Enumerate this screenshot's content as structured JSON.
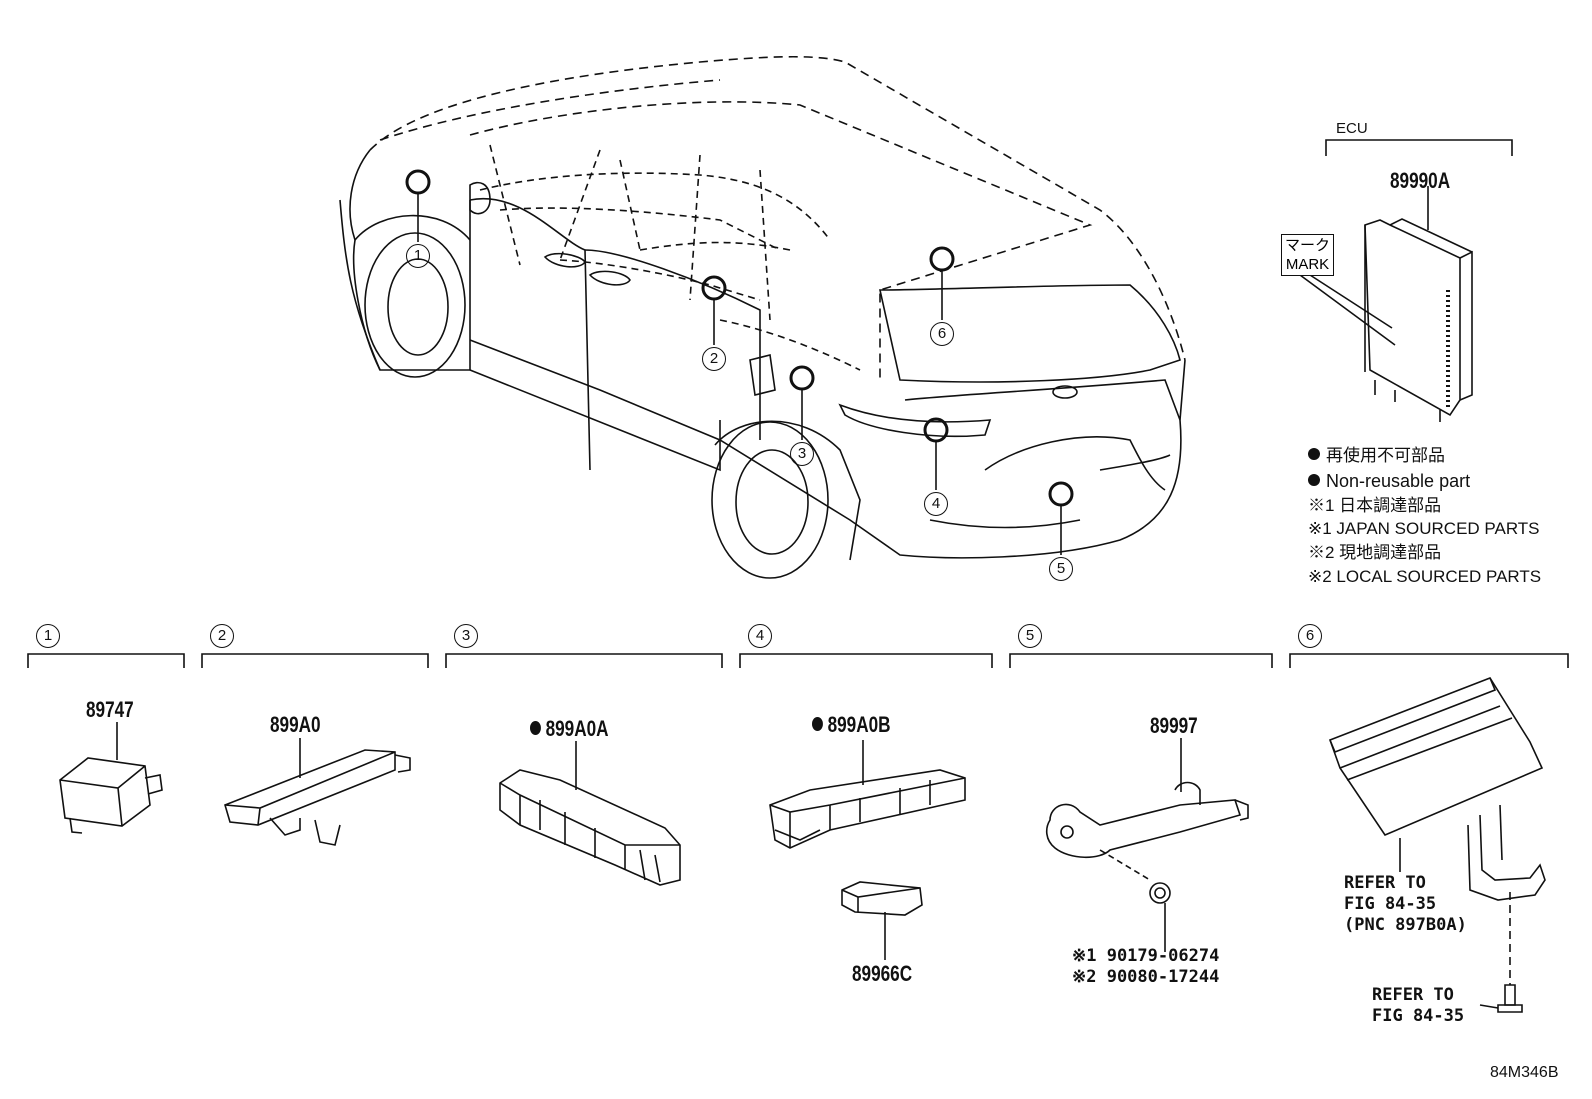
{
  "ecu": {
    "label": "ECU",
    "part_number": "89990A",
    "mark_label_jp": "マーク",
    "mark_label_en": "MARK"
  },
  "car_callouts": [
    "1",
    "2",
    "3",
    "4",
    "5",
    "6"
  ],
  "legend": {
    "nonreusable_jp": "再使用不可部品",
    "nonreusable_en": "Non-reusable part",
    "japan_jp": "※1 日本調達部品",
    "japan_en": "※1 JAPAN SOURCED PARTS",
    "local_jp": "※2 現地調達部品",
    "local_en": "※2 LOCAL SOURCED PARTS"
  },
  "groups": [
    {
      "num": "1",
      "part": "89747"
    },
    {
      "num": "2",
      "part": "899A0"
    },
    {
      "num": "3",
      "part": "899A0A",
      "non_reusable": true
    },
    {
      "num": "4",
      "part": "899A0B",
      "non_reusable": true,
      "sub_part": "89966C"
    },
    {
      "num": "5",
      "part": "89997",
      "clip_japan": "※1 90179-06274",
      "clip_local": "※2 90080-17244"
    },
    {
      "num": "6",
      "refer_bracket": [
        "REFER TO",
        "FIG 84-35",
        "(PNC 897B0A)"
      ],
      "refer_bolt": [
        "REFER TO",
        "FIG 84-35"
      ]
    }
  ],
  "figure_code": "84M346B"
}
